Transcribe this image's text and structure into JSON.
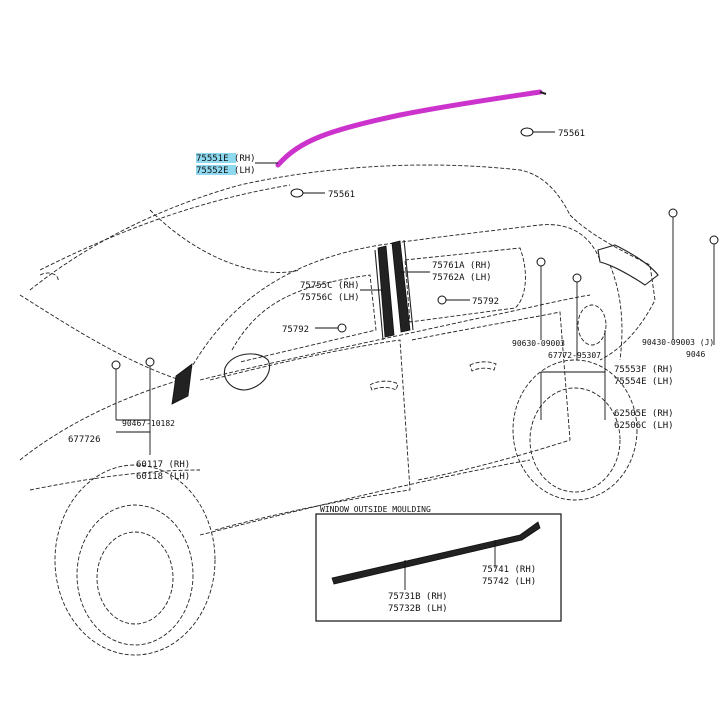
{
  "highlight_color": "#cc33cc",
  "label_highlight_color": "#8ed8f0",
  "labels": {
    "p75551": "75551E (RH)",
    "p75552": "75552E (LH)",
    "p75561_top": "75561",
    "p75561_mid": "75561",
    "p75761": "75761A (RH)",
    "p75762": "75762A (LH)",
    "p75755": "75755C (RH)",
    "p75756": "75756C (LH)",
    "p75792_r": "75792",
    "p75792_l": "75792",
    "p90630": "90630-09003",
    "p67772": "67772-95307",
    "p90430": "90430-09003 (J)",
    "p9046": "9046",
    "p75553": "75553F (RH)",
    "p75554": "75554E (LH)",
    "p62505": "62505E (RH)",
    "p62506": "62506C (LH)",
    "p90467": "90467-10182",
    "p67772b": "677726",
    "p60117": "60117 (RH)",
    "p60118": "60118 (LH)",
    "inset_title": "WINDOW OUTSIDE MOULDING",
    "p75741": "75741 (RH)",
    "p75742": "75742 (LH)",
    "p75731": "75731B (RH)",
    "p75732": "75732B (LH)"
  }
}
